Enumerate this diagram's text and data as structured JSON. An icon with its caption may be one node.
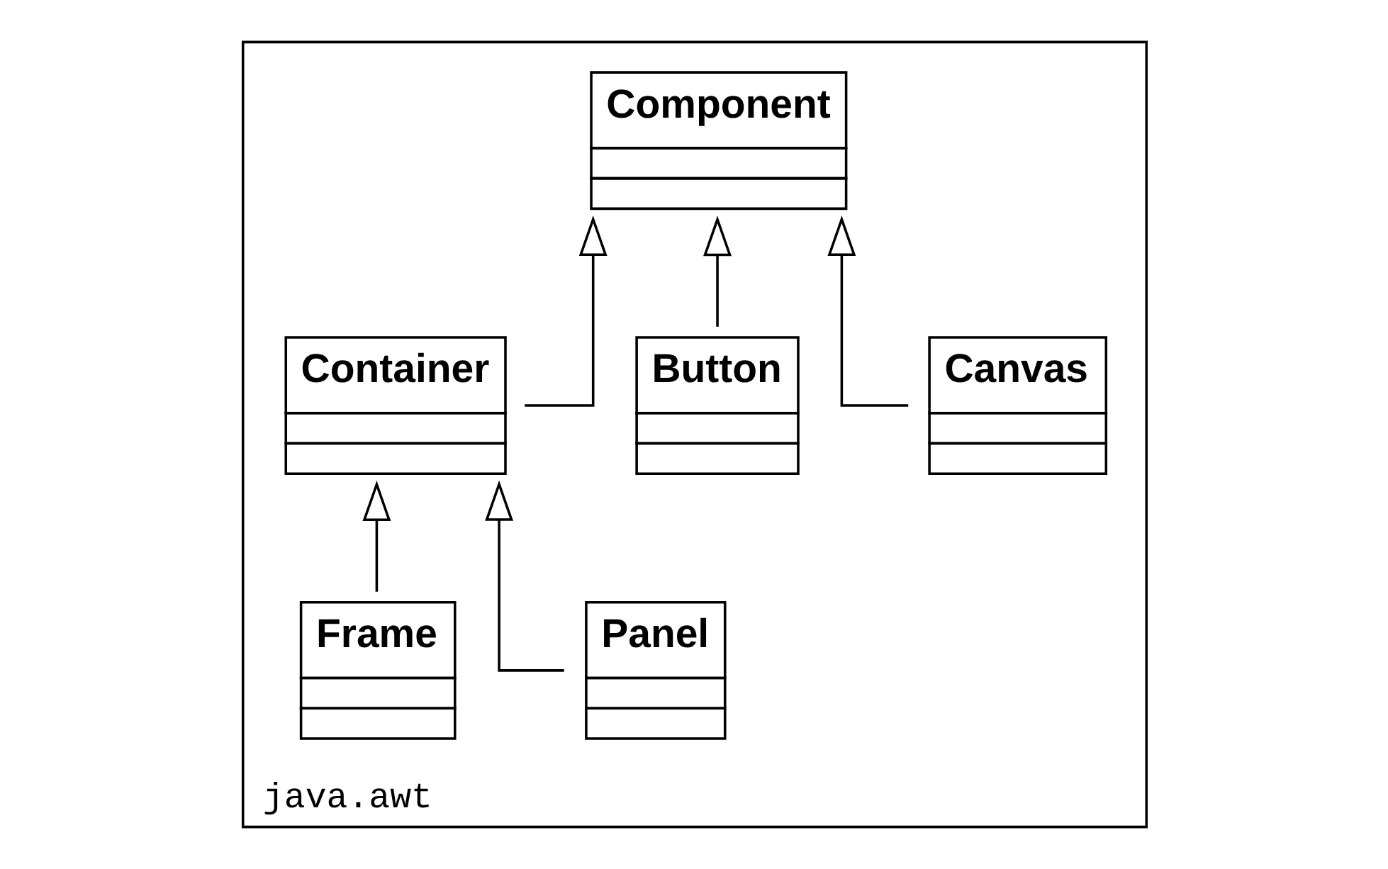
{
  "diagram": {
    "nodes": [
      {
        "text": [
          "java.awt"
        ]
      },
      {
        "text": [
          "Component"
        ],
        "in": 0
      },
      {
        "text": [
          "Canvas"
        ],
        "in": 0
      },
      {
        "text": [
          "Button"
        ],
        "in": 0
      },
      {
        "text": [
          "Container"
        ],
        "in": 0
      },
      {
        "text": [
          "Panel"
        ],
        "in": 0
      },
      {
        "text": [
          "Frame"
        ],
        "in": 0
      }
    ],
    "edges": [
      {
        "from": 2,
        "to": 1,
        "arrow": "to"
      },
      {
        "from": 3,
        "to": 1,
        "arrow": "to"
      },
      {
        "from": 4,
        "to": 1,
        "arrow": "to"
      },
      {
        "from": 5,
        "to": 4,
        "arrow": "to"
      },
      {
        "from": 6,
        "to": 4,
        "arrow": "to"
      }
    ]
  }
}
